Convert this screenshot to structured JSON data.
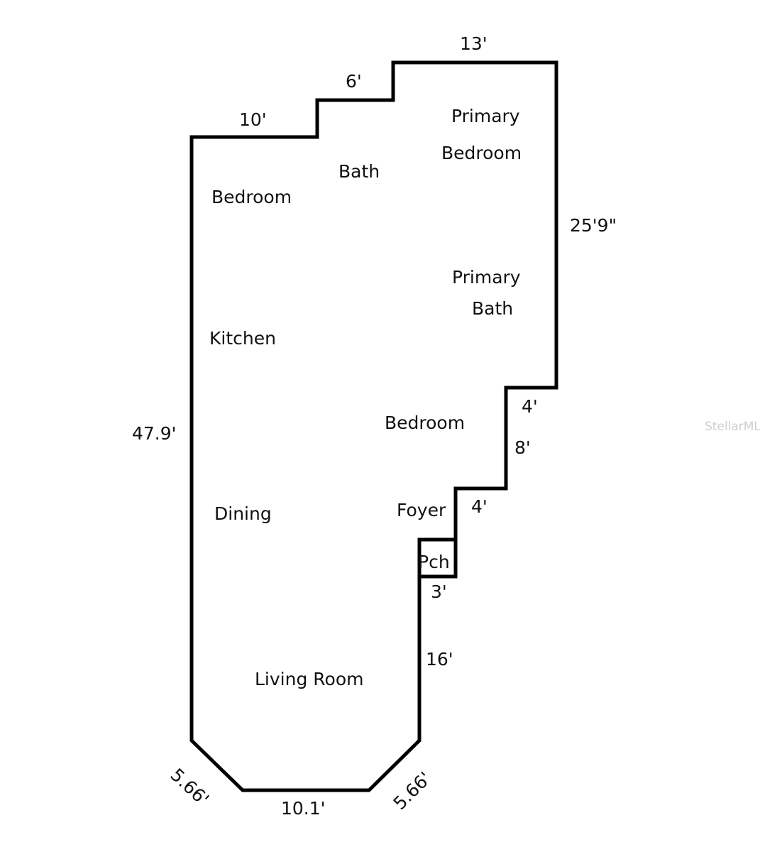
{
  "rooms": {
    "primary_bedroom_line1": "Primary",
    "primary_bedroom_line2": "Bedroom",
    "bath": "Bath",
    "bedroom_1": "Bedroom",
    "primary_bath_line1": "Primary",
    "primary_bath_line2": "Bath",
    "kitchen": "Kitchen",
    "bedroom_2": "Bedroom",
    "dining": "Dining",
    "foyer": "Foyer",
    "porch": "Pch",
    "living_room": "Living Room"
  },
  "dimensions": {
    "top_right": "13'",
    "top_middle": "6'",
    "top_left": "10'",
    "right_side": "25'9\"",
    "step_1": "4'",
    "step_2": "8'",
    "step_3": "4'",
    "porch": "3'",
    "living_right": "16'",
    "left_side": "47.9'",
    "diag_left": "5.66'",
    "bottom": "10.1'",
    "diag_right": "5.66'"
  },
  "watermark": "StellarMLS",
  "colors": {
    "wall": "#000000",
    "watermark": "#cfcfcf"
  }
}
